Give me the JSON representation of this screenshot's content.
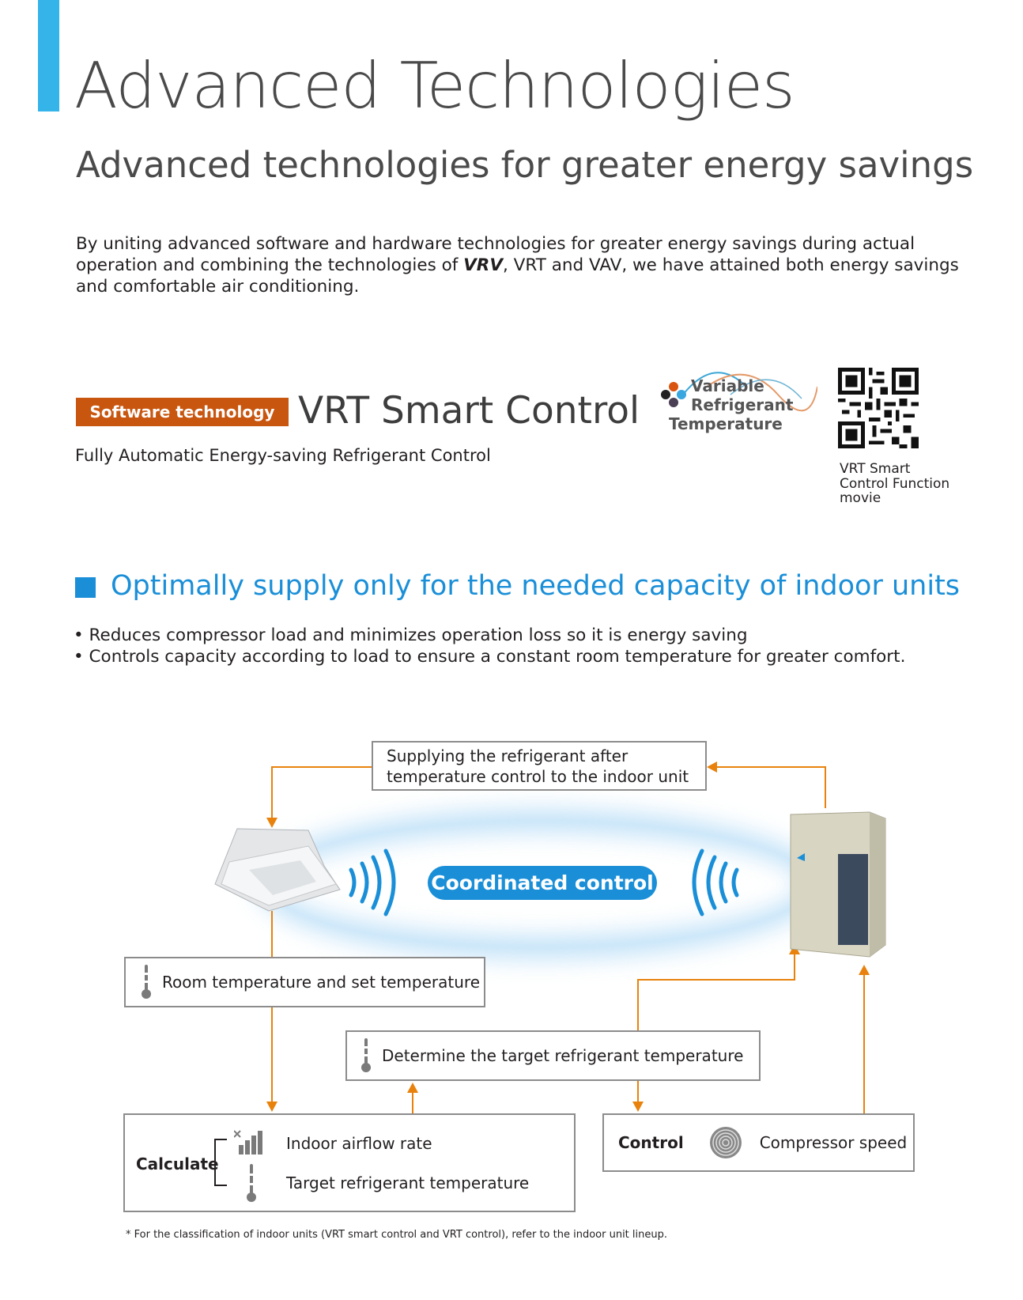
{
  "header": {
    "title": "Advanced Technologies",
    "subtitle": "Advanced technologies for greater energy savings"
  },
  "intro": {
    "part1": "By uniting advanced software and hardware technologies for greater energy savings during actual operation and combining the technologies of ",
    "vrv": "VRV",
    "part2": ", VRT and VAV, we have attained both energy savings and comfortable air conditioning."
  },
  "section": {
    "badge": "Software technology",
    "title": "VRT Smart Control",
    "subtitle": "Fully Automatic Energy-saving Refrigerant Control",
    "logo": {
      "line1": "Variable",
      "line2": "Refrigerant",
      "line3": "Temperature"
    },
    "qr_caption": [
      "VRT Smart",
      "Control Function",
      "movie"
    ]
  },
  "heading": "Optimally supply only for the needed capacity of indoor units",
  "bullets": [
    "Reduces compressor load and minimizes operation loss so it is energy saving",
    "Controls capacity according to load to ensure a constant room temperature for greater comfort."
  ],
  "diagram": {
    "supply": [
      "Supplying the refrigerant after",
      "temperature control to the indoor unit"
    ],
    "coordinated": "Coordinated control",
    "room_temp": "Room temperature and set temperature",
    "determine": "Determine the target refrigerant temperature",
    "calculate": "Calculate",
    "airflow": "Indoor airflow rate",
    "target": "Target refrigerant temperature",
    "control": "Control",
    "compressor": "Compressor speed",
    "arrow_color": "#e8820c"
  },
  "footnote": "* For the classification of indoor units (VRT smart control and VRT control), refer to the indoor unit lineup."
}
